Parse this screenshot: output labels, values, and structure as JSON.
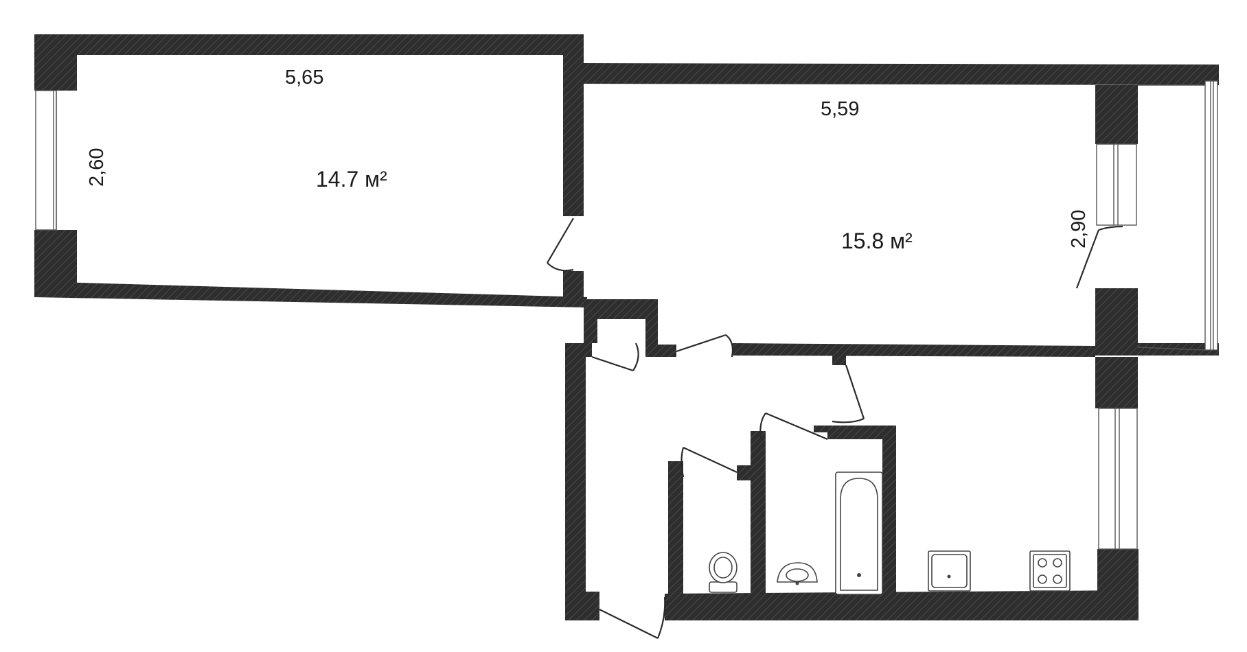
{
  "colors": {
    "wall": "#2e2e2e",
    "background": "#ffffff",
    "text": "#1a1a1a"
  },
  "rooms": [
    {
      "id": "room-left",
      "area_label": "14.7 м²",
      "dims": {
        "length": "5,65",
        "width": "2,60"
      }
    },
    {
      "id": "room-right",
      "area_label": "15.8 м²",
      "dims": {
        "length": "5,59",
        "width": "2,90"
      }
    }
  ],
  "icons": [
    "door-swing-icon",
    "window-icon",
    "toilet-icon",
    "sink-icon",
    "bathtub-icon",
    "kitchen-sink-icon",
    "stove-icon"
  ]
}
